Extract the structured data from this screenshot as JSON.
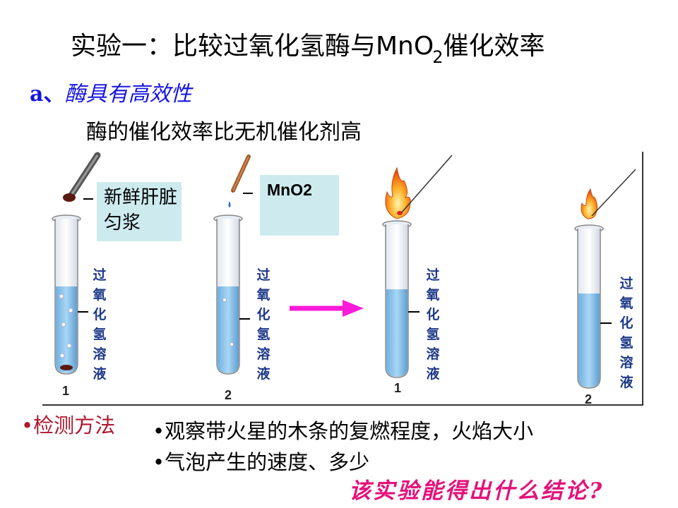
{
  "title": {
    "main": "实验一：比较过氧化氢酶与MnO",
    "subscript": "2",
    "tail": "催化效率"
  },
  "section": {
    "letter": "a、",
    "heading": "酶具有高效性"
  },
  "subtitle": "酶的催化效率比无机催化剂高",
  "diagram": {
    "liver_label": "新鲜肝脏匀浆",
    "catalyst_label": "MnO2",
    "solution_label": "过氧化氢溶液",
    "tube_numbers": [
      "1",
      "2",
      "1",
      "2"
    ],
    "colors": {
      "liquid": "#8ec4ea",
      "arrow": "#ff1ad9",
      "label_box": "#cdebef"
    }
  },
  "method": {
    "label": "•检测方法",
    "items": [
      "•观察带火星的木条的复燃程度，火焰大小",
      "•气泡产生的速度、多少"
    ]
  },
  "question": "该实验能得出什么结论?"
}
